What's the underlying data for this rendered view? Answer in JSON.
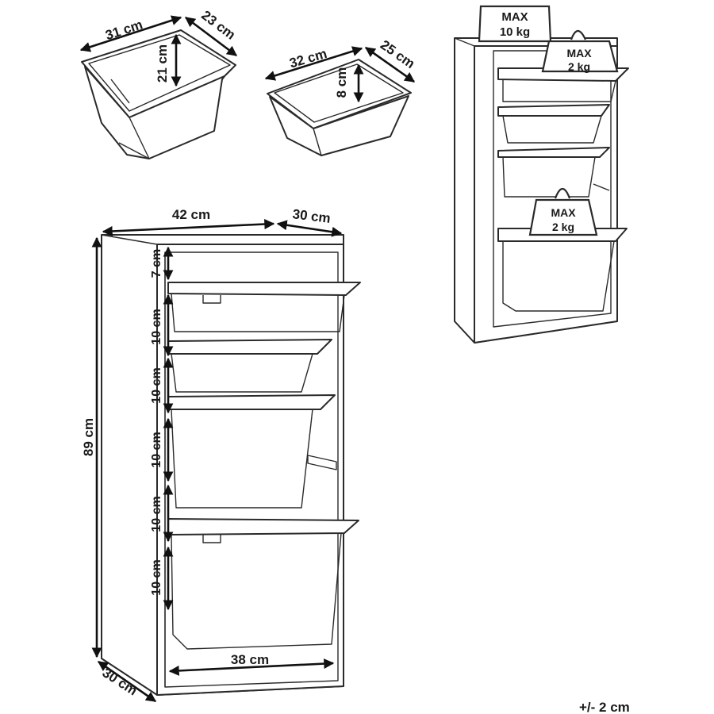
{
  "colors": {
    "line": "#2a2a2a",
    "dimension": "#111111",
    "background": "#ffffff"
  },
  "bin_large": {
    "width": "31 cm",
    "depth": "23 cm",
    "height": "21 cm"
  },
  "bin_small": {
    "width": "32 cm",
    "depth": "25 cm",
    "height": "8 cm"
  },
  "cabinet": {
    "width": "42 cm",
    "depth_top": "30 cm",
    "depth_bottom": "30 cm",
    "height": "89 cm",
    "inner_width": "38 cm",
    "gaps": [
      "7 cm",
      "10 cm",
      "10 cm",
      "10 cm",
      "10 cm",
      "10 cm"
    ]
  },
  "load_limits": {
    "top": {
      "label": "MAX",
      "value": "10 kg"
    },
    "large_bin": {
      "label": "MAX",
      "value": "2 kg"
    },
    "small_bin": {
      "label": "MAX",
      "value": "2 kg"
    }
  },
  "tolerance": "+/- 2 cm",
  "icons": [
    "dimension-arrow-icon",
    "weight-icon"
  ]
}
